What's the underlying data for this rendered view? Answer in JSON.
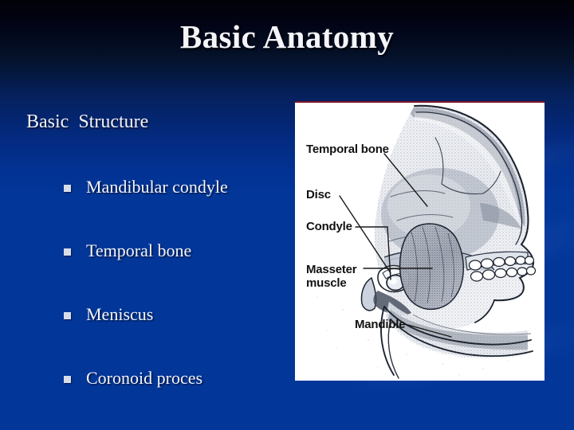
{
  "slide": {
    "title": "Basic Anatomy",
    "background_top_color": "#010108",
    "background_bottom_color": "#023699",
    "text_color": "#f4f5fa",
    "bullet_marker_color": "#d9dcea"
  },
  "content": {
    "section_heading": "Basic  Structure",
    "bullets": [
      {
        "label": "Mandibular condyle"
      },
      {
        "label": "Temporal bone"
      },
      {
        "label": "Meniscus"
      },
      {
        "label": "Coronoid proces"
      }
    ]
  },
  "figure": {
    "description": "Lateral view line drawing of a human skull showing the temporomandibular joint",
    "accent_rule_color": "#7b1526",
    "labels": {
      "temporal_bone": "Temporal bone",
      "disc": "Disc",
      "condyle": "Condyle",
      "masseter_line1": "Masseter",
      "masseter_line2": "muscle",
      "mandible": "Mandible"
    }
  }
}
